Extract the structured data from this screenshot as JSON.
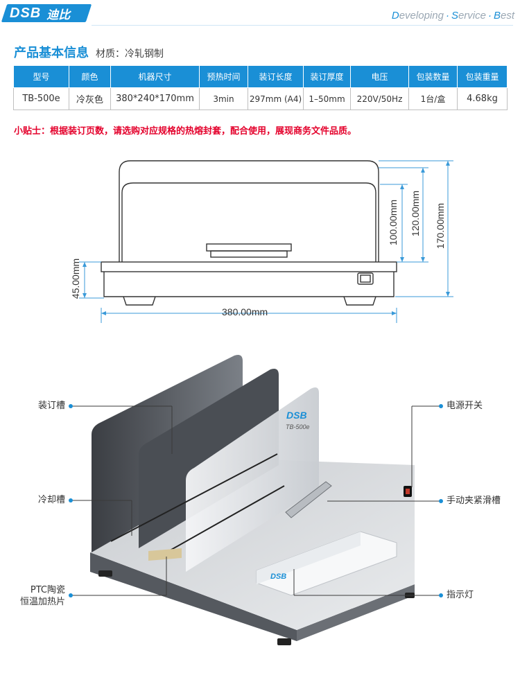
{
  "header": {
    "brand_latin": "DSB",
    "brand_cn": "迪比",
    "slogan": {
      "word1_cap": "D",
      "word1_rest": "eveloping",
      "word2_cap": "S",
      "word2_rest": "ervice",
      "word3_cap": "B",
      "word3_rest": "est"
    }
  },
  "section": {
    "title": "产品基本信息",
    "material": "材质：冷轧钢制"
  },
  "spec_table": {
    "headers": [
      "型号",
      "颜色",
      "机器尺寸",
      "预热时间",
      "装订长度",
      "装订厚度",
      "电压",
      "包装数量",
      "包装重量"
    ],
    "row": [
      "TB-500e",
      "冷灰色",
      "380*240*170mm",
      "3min",
      "297mm (A4)",
      "1–50mm",
      "220V/50Hz",
      "1台/盒",
      "4.68kg"
    ]
  },
  "tip": "小贴士：根据装订页数，请选购对应规格的热熔封套，配合使用，展现商务文件品质。",
  "dimensions": {
    "width": "380.00mm",
    "base_height": "45.00mm",
    "h100": "100.00mm",
    "h120": "120.00mm",
    "h170": "170.00mm"
  },
  "callouts": {
    "binding_slot": "装订槽",
    "cooling_slot": "冷却槽",
    "ptc_line1": "PTC陶瓷",
    "ptc_line2": "恒温加热片",
    "power_switch": "电源开关",
    "manual_clamp": "手动夹紧滑槽",
    "indicator": "指示灯"
  },
  "machine_label": {
    "brand": "DSB",
    "model": "TB-500e"
  },
  "colors": {
    "accent": "#1a8fd6",
    "tip_red": "#e4002b",
    "dim_line": "#3a9ad9"
  }
}
